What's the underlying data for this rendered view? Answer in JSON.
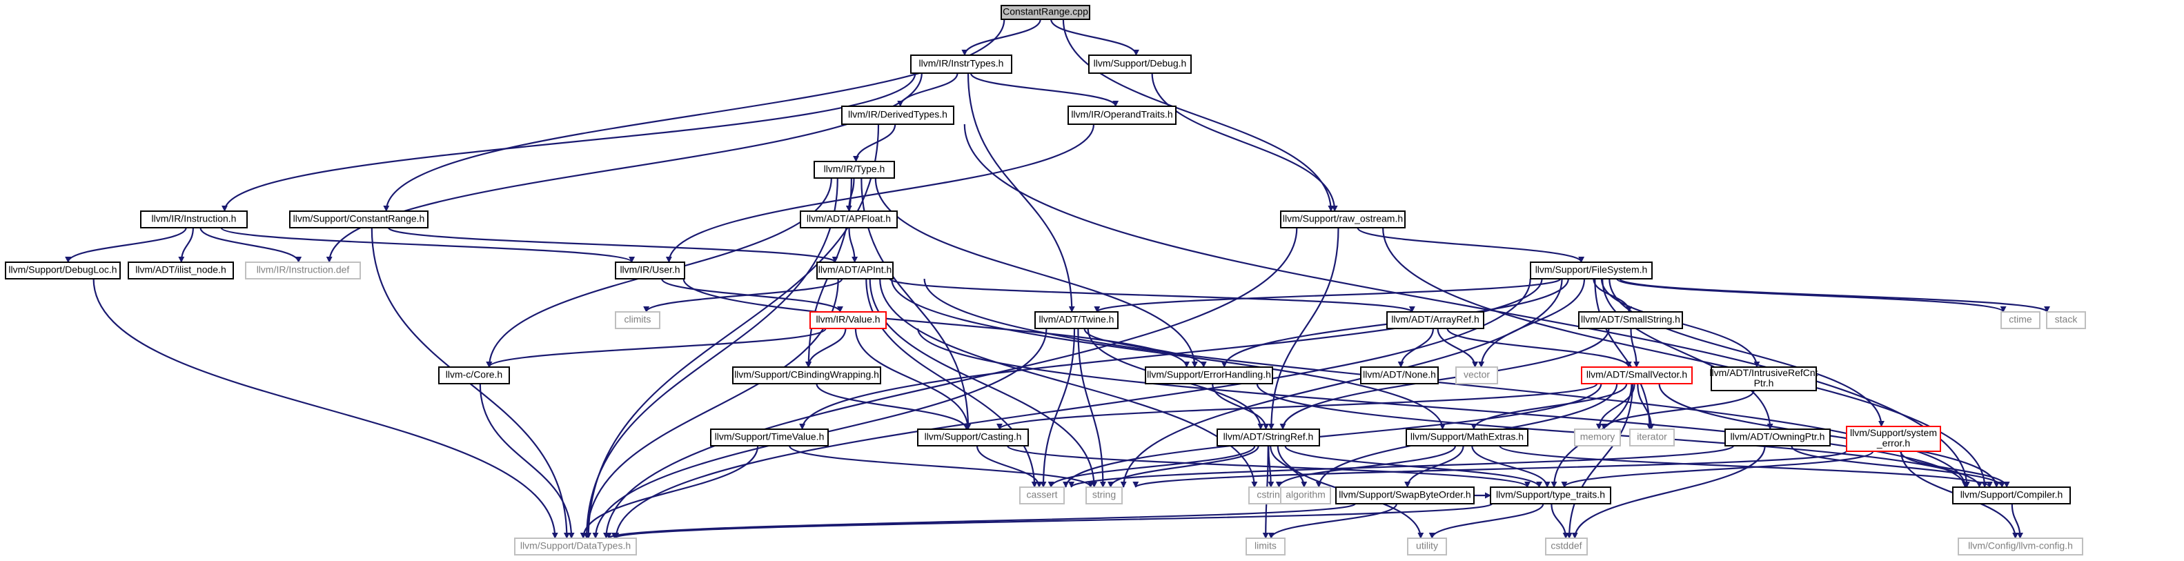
{
  "graph": {
    "colors": {
      "edge": "#191970",
      "node_border": "#000000",
      "node_border_incomplete": "#ff0000",
      "node_border_system": "#bfbfbf",
      "root_fill": "#bfbfbf",
      "text": "#000000",
      "text_system": "#808080"
    },
    "nodes": [
      {
        "id": "root",
        "label": "ConstantRange.cpp",
        "style": "root"
      },
      {
        "id": "instrtypes",
        "label": "llvm/IR/InstrTypes.h",
        "style": "normal"
      },
      {
        "id": "debug",
        "label": "llvm/Support/Debug.h",
        "style": "normal"
      },
      {
        "id": "derivedtypes",
        "label": "llvm/IR/DerivedTypes.h",
        "style": "normal"
      },
      {
        "id": "operandtraits",
        "label": "llvm/IR/OperandTraits.h",
        "style": "normal"
      },
      {
        "id": "type",
        "label": "llvm/IR/Type.h",
        "style": "normal"
      },
      {
        "id": "instruction",
        "label": "llvm/IR/Instruction.h",
        "style": "normal"
      },
      {
        "id": "constantrange",
        "label": "llvm/Support/ConstantRange.h",
        "style": "normal"
      },
      {
        "id": "apfloat",
        "label": "llvm/ADT/APFloat.h",
        "style": "normal"
      },
      {
        "id": "rawostream",
        "label": "llvm/Support/raw_ostream.h",
        "style": "normal"
      },
      {
        "id": "debugloc",
        "label": "llvm/Support/DebugLoc.h",
        "style": "normal"
      },
      {
        "id": "ilistnode",
        "label": "llvm/ADT/ilist_node.h",
        "style": "normal"
      },
      {
        "id": "instructiondef",
        "label": "llvm/IR/Instruction.def",
        "style": "system"
      },
      {
        "id": "user",
        "label": "llvm/IR/User.h",
        "style": "normal"
      },
      {
        "id": "apint",
        "label": "llvm/ADT/APInt.h",
        "style": "normal"
      },
      {
        "id": "filesystem",
        "label": "llvm/Support/FileSystem.h",
        "style": "normal"
      },
      {
        "id": "climits",
        "label": "climits",
        "style": "system"
      },
      {
        "id": "value",
        "label": "llvm/IR/Value.h",
        "style": "incomplete"
      },
      {
        "id": "twine",
        "label": "llvm/ADT/Twine.h",
        "style": "normal"
      },
      {
        "id": "arrayref",
        "label": "llvm/ADT/ArrayRef.h",
        "style": "normal"
      },
      {
        "id": "smallstring",
        "label": "llvm/ADT/SmallString.h",
        "style": "normal"
      },
      {
        "id": "ctime",
        "label": "ctime",
        "style": "system"
      },
      {
        "id": "stack",
        "label": "stack",
        "style": "system"
      },
      {
        "id": "core",
        "label": "llvm-c/Core.h",
        "style": "normal"
      },
      {
        "id": "cbinding",
        "label": "llvm/Support/CBindingWrapping.h",
        "style": "normal"
      },
      {
        "id": "errorhandling",
        "label": "llvm/Support/ErrorHandling.h",
        "style": "normal"
      },
      {
        "id": "none",
        "label": "llvm/ADT/None.h",
        "style": "normal"
      },
      {
        "id": "vector",
        "label": "vector",
        "style": "system"
      },
      {
        "id": "smallvector",
        "label": "llvm/ADT/SmallVector.h",
        "style": "incomplete"
      },
      {
        "id": "intrusiverefcnt",
        "label": "llvm/ADT/IntrusiveRefCnt\nPtr.h",
        "style": "normal"
      },
      {
        "id": "timevalue",
        "label": "llvm/Support/TimeValue.h",
        "style": "normal"
      },
      {
        "id": "casting",
        "label": "llvm/Support/Casting.h",
        "style": "normal"
      },
      {
        "id": "stringref",
        "label": "llvm/ADT/StringRef.h",
        "style": "normal"
      },
      {
        "id": "mathextras",
        "label": "llvm/Support/MathExtras.h",
        "style": "normal"
      },
      {
        "id": "memory",
        "label": "memory",
        "style": "system"
      },
      {
        "id": "iterator",
        "label": "iterator",
        "style": "system"
      },
      {
        "id": "owningptr",
        "label": "llvm/ADT/OwningPtr.h",
        "style": "normal"
      },
      {
        "id": "systemerror",
        "label": "llvm/Support/system\n_error.h",
        "style": "incomplete"
      },
      {
        "id": "cassert",
        "label": "cassert",
        "style": "system"
      },
      {
        "id": "string",
        "label": "string",
        "style": "system"
      },
      {
        "id": "cstring",
        "label": "cstring",
        "style": "system"
      },
      {
        "id": "algorithm",
        "label": "algorithm",
        "style": "system"
      },
      {
        "id": "swapbyteorder",
        "label": "llvm/Support/SwapByteOrder.h",
        "style": "normal"
      },
      {
        "id": "typetraits",
        "label": "llvm/Support/type_traits.h",
        "style": "normal"
      },
      {
        "id": "compiler",
        "label": "llvm/Support/Compiler.h",
        "style": "normal"
      },
      {
        "id": "datatypes",
        "label": "llvm/Support/DataTypes.h",
        "style": "system"
      },
      {
        "id": "limits",
        "label": "limits",
        "style": "system"
      },
      {
        "id": "utility",
        "label": "utility",
        "style": "system"
      },
      {
        "id": "cstddef",
        "label": "cstddef",
        "style": "system"
      },
      {
        "id": "llvmconfig",
        "label": "llvm/Config/llvm-config.h",
        "style": "system"
      }
    ],
    "edges": [
      [
        "root",
        "instrtypes"
      ],
      [
        "root",
        "debug"
      ],
      [
        "root",
        "constantrange"
      ],
      [
        "root",
        "rawostream"
      ],
      [
        "instrtypes",
        "instruction"
      ],
      [
        "instrtypes",
        "derivedtypes"
      ],
      [
        "instrtypes",
        "operandtraits"
      ],
      [
        "instrtypes",
        "instructiondef"
      ],
      [
        "instrtypes",
        "twine"
      ],
      [
        "debug",
        "rawostream"
      ],
      [
        "derivedtypes",
        "type"
      ],
      [
        "derivedtypes",
        "datatypes"
      ],
      [
        "derivedtypes",
        "compiler"
      ],
      [
        "operandtraits",
        "user"
      ],
      [
        "type",
        "apfloat"
      ],
      [
        "type",
        "core"
      ],
      [
        "type",
        "datatypes"
      ],
      [
        "type",
        "cbinding"
      ],
      [
        "type",
        "casting"
      ],
      [
        "type",
        "errorhandling"
      ],
      [
        "instruction",
        "debugloc"
      ],
      [
        "instruction",
        "ilistnode"
      ],
      [
        "instruction",
        "instructiondef"
      ],
      [
        "instruction",
        "user"
      ],
      [
        "constantrange",
        "apint"
      ],
      [
        "constantrange",
        "datatypes"
      ],
      [
        "apfloat",
        "apint"
      ],
      [
        "rawostream",
        "filesystem"
      ],
      [
        "rawostream",
        "datatypes"
      ],
      [
        "rawostream",
        "compiler"
      ],
      [
        "rawostream",
        "stringref"
      ],
      [
        "debugloc",
        "datatypes"
      ],
      [
        "user",
        "value"
      ],
      [
        "user",
        "errorhandling"
      ],
      [
        "apint",
        "climits"
      ],
      [
        "apint",
        "arrayref"
      ],
      [
        "apint",
        "mathextras"
      ],
      [
        "apint",
        "cstring"
      ],
      [
        "apint",
        "datatypes"
      ],
      [
        "apint",
        "cassert"
      ],
      [
        "apint",
        "string"
      ],
      [
        "apint",
        "compiler"
      ],
      [
        "filesystem",
        "twine"
      ],
      [
        "filesystem",
        "smallstring"
      ],
      [
        "filesystem",
        "ctime"
      ],
      [
        "filesystem",
        "stack"
      ],
      [
        "filesystem",
        "vector"
      ],
      [
        "filesystem",
        "intrusiverefcnt"
      ],
      [
        "filesystem",
        "owningptr"
      ],
      [
        "filesystem",
        "systemerror"
      ],
      [
        "filesystem",
        "timevalue"
      ],
      [
        "filesystem",
        "errorhandling"
      ],
      [
        "filesystem",
        "iterator"
      ],
      [
        "filesystem",
        "datatypes"
      ],
      [
        "filesystem",
        "string"
      ],
      [
        "value",
        "core"
      ],
      [
        "value",
        "cbinding"
      ],
      [
        "value",
        "casting"
      ],
      [
        "value",
        "compiler"
      ],
      [
        "twine",
        "stringref"
      ],
      [
        "twine",
        "errorhandling"
      ],
      [
        "twine",
        "datatypes"
      ],
      [
        "twine",
        "cassert"
      ],
      [
        "twine",
        "string"
      ],
      [
        "arrayref",
        "none"
      ],
      [
        "arrayref",
        "smallvector"
      ],
      [
        "arrayref",
        "vector"
      ],
      [
        "smallstring",
        "smallvector"
      ],
      [
        "smallstring",
        "stringref"
      ],
      [
        "core",
        "datatypes"
      ],
      [
        "cbinding",
        "casting"
      ],
      [
        "errorhandling",
        "stringref"
      ],
      [
        "errorhandling",
        "compiler"
      ],
      [
        "smallvector",
        "mathextras"
      ],
      [
        "smallvector",
        "typetraits"
      ],
      [
        "smallvector",
        "compiler"
      ],
      [
        "smallvector",
        "memory"
      ],
      [
        "smallvector",
        "iterator"
      ],
      [
        "smallvector",
        "algorithm"
      ],
      [
        "smallvector",
        "cstddef"
      ],
      [
        "smallvector",
        "cassert"
      ],
      [
        "smallvector",
        "casting"
      ],
      [
        "intrusiverefcnt",
        "memory"
      ],
      [
        "timevalue",
        "datatypes"
      ],
      [
        "timevalue",
        "string"
      ],
      [
        "casting",
        "typetraits"
      ],
      [
        "casting",
        "cassert"
      ],
      [
        "stringref",
        "typetraits"
      ],
      [
        "stringref",
        "cassert"
      ],
      [
        "stringref",
        "string"
      ],
      [
        "stringref",
        "cstring"
      ],
      [
        "stringref",
        "limits"
      ],
      [
        "stringref",
        "utility"
      ],
      [
        "stringref",
        "algorithm"
      ],
      [
        "mathextras",
        "swapbyteorder"
      ],
      [
        "mathextras",
        "typetraits"
      ],
      [
        "mathextras",
        "compiler"
      ],
      [
        "mathextras",
        "cstring"
      ],
      [
        "owningptr",
        "compiler"
      ],
      [
        "owningptr",
        "cstddef"
      ],
      [
        "owningptr",
        "cassert"
      ],
      [
        "systemerror",
        "typetraits"
      ],
      [
        "systemerror",
        "compiler"
      ],
      [
        "systemerror",
        "llvmconfig"
      ],
      [
        "systemerror",
        "string"
      ],
      [
        "swapbyteorder",
        "typetraits"
      ],
      [
        "swapbyteorder",
        "datatypes"
      ],
      [
        "swapbyteorder",
        "limits"
      ],
      [
        "typetraits",
        "datatypes"
      ],
      [
        "typetraits",
        "utility"
      ],
      [
        "typetraits",
        "cstddef"
      ],
      [
        "compiler",
        "llvmconfig"
      ]
    ]
  }
}
